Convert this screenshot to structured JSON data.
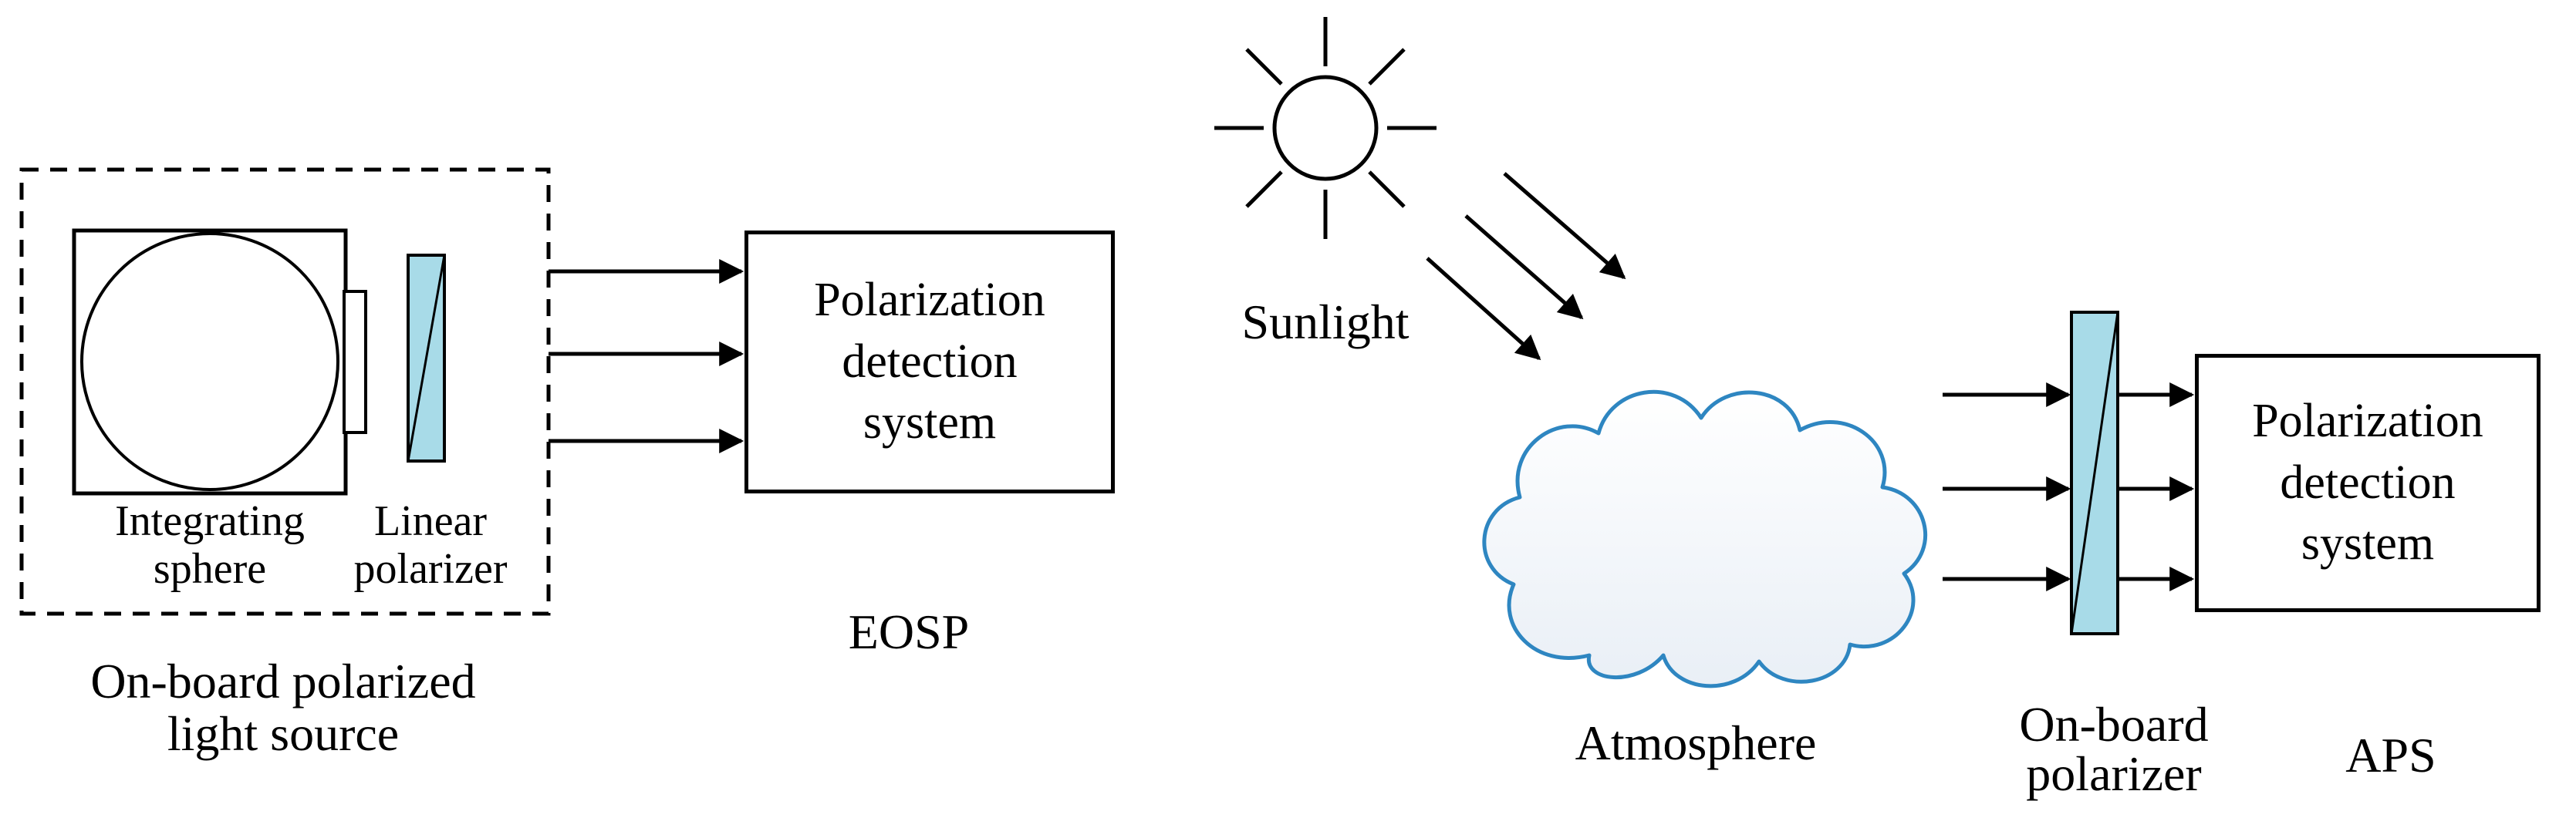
{
  "figure": {
    "eosp": {
      "integrating_sphere": [
        "Integrating",
        "sphere"
      ],
      "linear_polarizer": [
        "Linear",
        "polarizer"
      ],
      "source_caption": [
        "On-board polarized",
        "light source"
      ],
      "detection_box": [
        "Polarization",
        "detection",
        "system"
      ],
      "caption": "EOSP"
    },
    "aps": {
      "sunlight": "Sunlight",
      "atmosphere": "Atmosphere",
      "polarizer_caption": [
        "On-board",
        "polarizer"
      ],
      "detection_box": [
        "Polarization",
        "detection",
        "system"
      ],
      "caption": "APS"
    },
    "icons": {
      "sun": "sun-icon",
      "cloud": "cloud-icon",
      "arrows": "arrow-right-icon"
    },
    "colors": {
      "polarizer_fill": "#a8dbe8",
      "cloud_stroke": "#2e86c1",
      "line": "#000000"
    }
  }
}
